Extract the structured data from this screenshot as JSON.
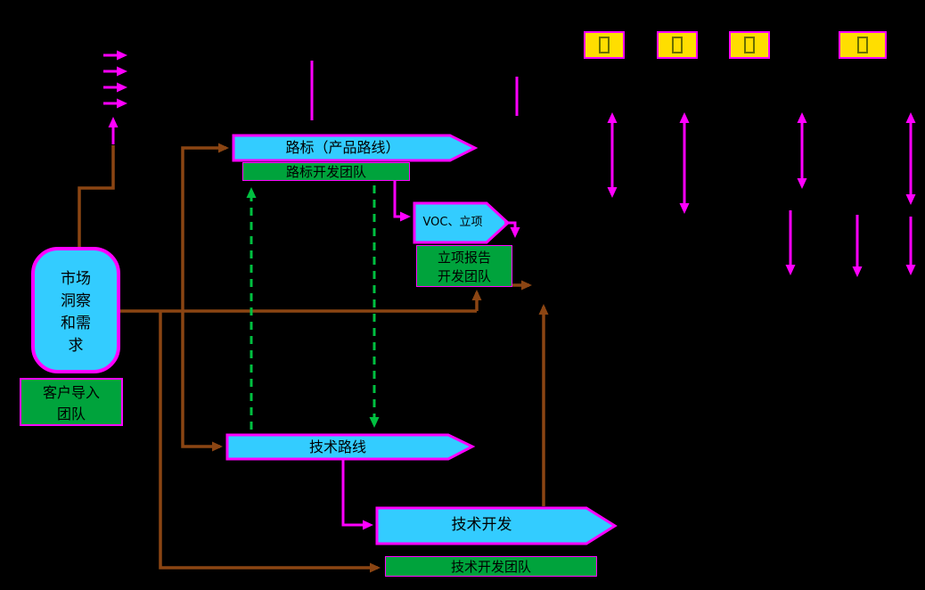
{
  "colors": {
    "bg": "#000000",
    "cyan": "#33CCFF",
    "green": "#00A33C",
    "magenta": "#FF00FF",
    "brown": "#8B4513",
    "yellow": "#FFDE00",
    "dashgreen": "#00C040",
    "glyph": "#6B6F00"
  },
  "nodes": {
    "market_insight": {
      "lines": [
        "市场",
        "洞察",
        "和需",
        "求"
      ]
    },
    "customer_import_team": {
      "lines": [
        "客户导入",
        "团队"
      ]
    },
    "roadmap": {
      "label": "路标（产品路线）"
    },
    "roadmap_dev_team": {
      "label": "路标开发团队"
    },
    "voc_charter": {
      "label": "VOC、立项"
    },
    "charter_report_team": {
      "lines": [
        "立项报告",
        "开发团队"
      ]
    },
    "tech_route": {
      "label": "技术路线"
    },
    "tech_dev": {
      "label": "技术开发"
    },
    "tech_dev_team": {
      "label": "技术开发团队"
    }
  }
}
